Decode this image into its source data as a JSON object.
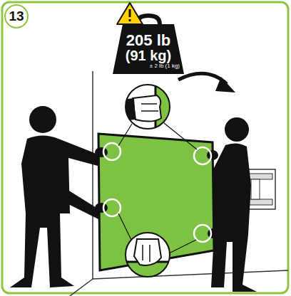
{
  "diagram": {
    "nodes": [
      {
        "text": [
          "13"
        ]
      },
      {
        "text": [
          "205 lb",
          "(91 kg)",
          "± 2 lb (1 kg)"
        ]
      }
    ]
  }
}
